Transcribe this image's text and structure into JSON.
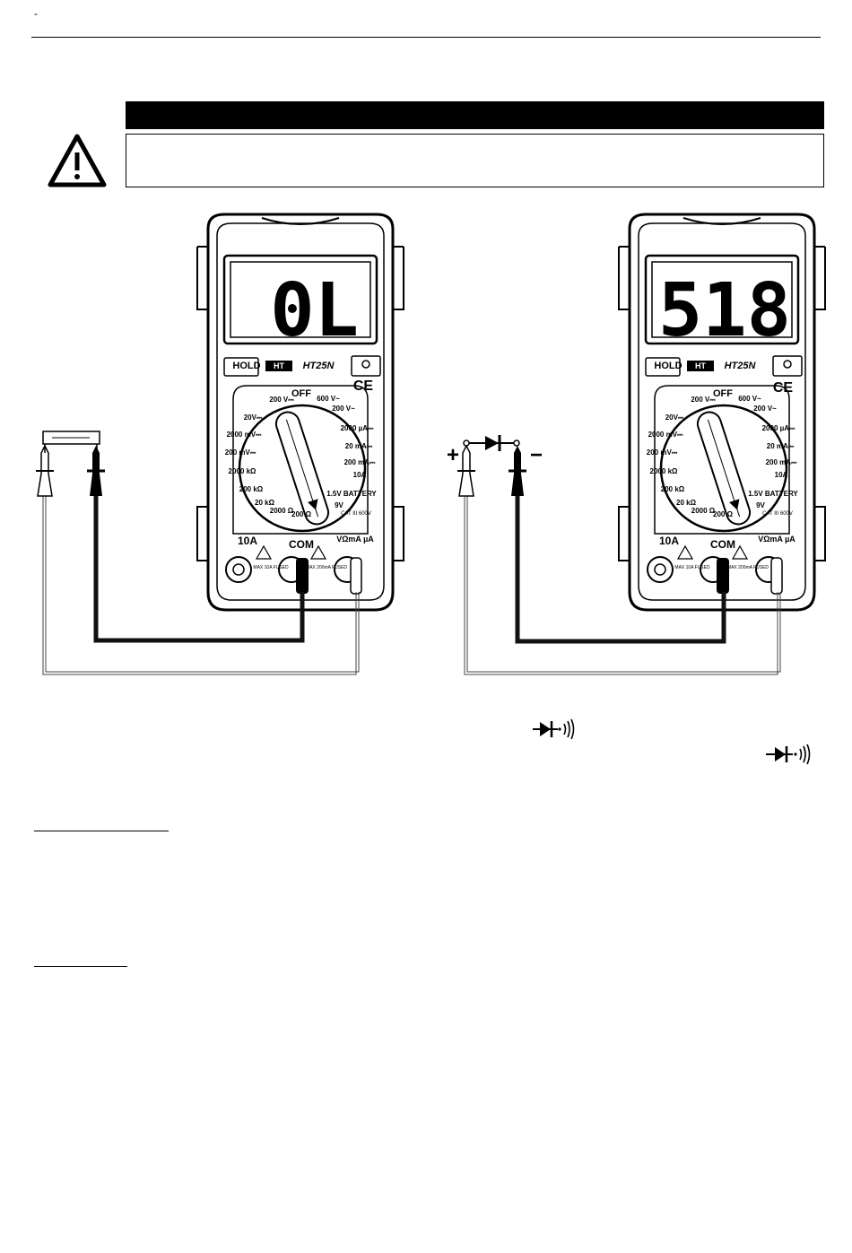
{
  "page": {
    "header_mark": "-"
  },
  "warning": {
    "title": "",
    "body": ""
  },
  "meters": [
    {
      "display": "0L",
      "hold_label": "HOLD",
      "brand_label": "HT",
      "model_label": "HT25N",
      "ce_label": "CE",
      "off_label": "OFF",
      "dial_labels": [
        "600 V~",
        "200 V~",
        "2000 µA⎓",
        "20 mA⎓",
        "200 mA⎓",
        "10A",
        "1.5V BATTERY",
        "9V",
        "200 V⎓",
        "20V⎓",
        "2000 mV⎓",
        "200 mV⎓",
        "2000 kΩ",
        "200 kΩ",
        "20 kΩ",
        "2000 Ω",
        "200 Ω"
      ],
      "jacks": [
        "10A",
        "COM",
        "VΩmA µA"
      ],
      "cat_label": "CAT III 600V",
      "fuse_labels": [
        "MAX 10A FUSED",
        "MAX 200mA FUSED"
      ]
    },
    {
      "display": "518",
      "hold_label": "HOLD",
      "brand_label": "HT",
      "model_label": "HT25N",
      "ce_label": "CE",
      "off_label": "OFF",
      "dial_labels": [
        "600 V~",
        "200 V~",
        "2000 µA⎓",
        "20 mA⎓",
        "200 mA⎓",
        "10A",
        "1.5V BATTERY",
        "9V",
        "200 V⎓",
        "20V⎓",
        "2000 mV⎓",
        "200 mV⎓",
        "2000 kΩ",
        "200 kΩ",
        "20 kΩ",
        "2000 Ω",
        "200 Ω"
      ],
      "jacks": [
        "10A",
        "COM",
        "VΩmA µA"
      ],
      "cat_label": "CAT III 600V",
      "fuse_labels": [
        "MAX 10A FUSED",
        "MAX 200mA FUSED"
      ]
    }
  ],
  "polarity": {
    "plus": "+",
    "minus": "−"
  },
  "icons": [
    "warning-triangle-icon",
    "diode-continuity-icon",
    "diode-icon"
  ]
}
